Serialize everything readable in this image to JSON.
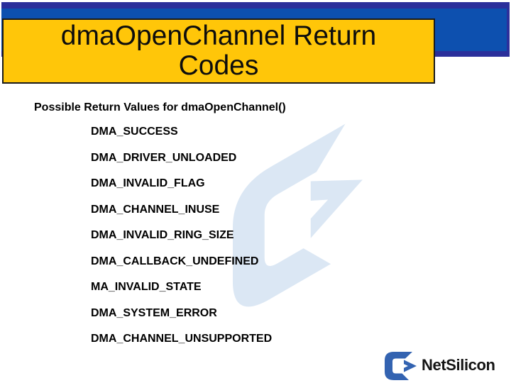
{
  "slide": {
    "title_line1": "dmaOpenChannel Return",
    "title_line2": "Codes",
    "subtitle": "Possible Return Values for dmaOpenChannel()",
    "return_codes": [
      "DMA_SUCCESS",
      "DMA_DRIVER_UNLOADED",
      "DMA_INVALID_FLAG",
      "DMA_CHANNEL_INUSE",
      "DMA_INVALID_RING_SIZE",
      "DMA_CALLBACK_UNDEFINED",
      "MA_INVALID_STATE",
      "DMA_SYSTEM_ERROR",
      "DMA_CHANNEL_UNSUPPORTED"
    ]
  },
  "logo": {
    "text": "NetSilicon"
  },
  "colors": {
    "banner_navy": "#2b2f9b",
    "banner_blue": "#0d50af",
    "title_yellow": "#ffc609",
    "watermark_blue": "#dbe7f4",
    "logo_blue": "#3363b1",
    "text_black": "#000000"
  }
}
